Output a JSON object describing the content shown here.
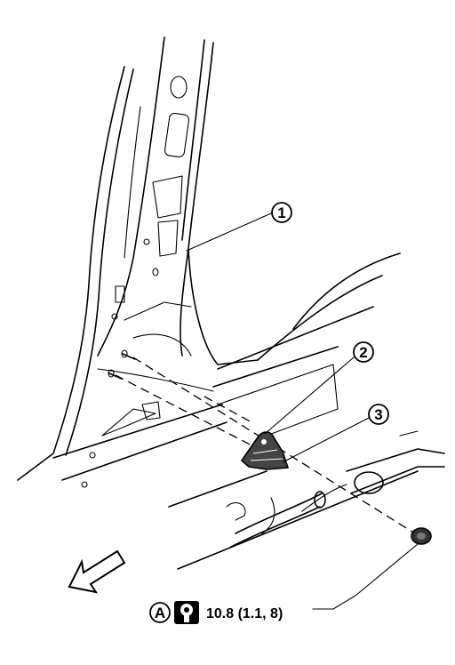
{
  "callouts": [
    {
      "label": "1",
      "part": "center-pillar"
    },
    {
      "label": "2",
      "part": "seat-belt-anchor"
    },
    {
      "label": "3",
      "part": "anchor-bolt"
    }
  ],
  "torque": {
    "marker": "A",
    "icon": "torque-wrench-icon",
    "value": "10.8 (1.1, 8)"
  },
  "direction_arrow": {
    "icon": "front-direction-arrow-icon"
  }
}
